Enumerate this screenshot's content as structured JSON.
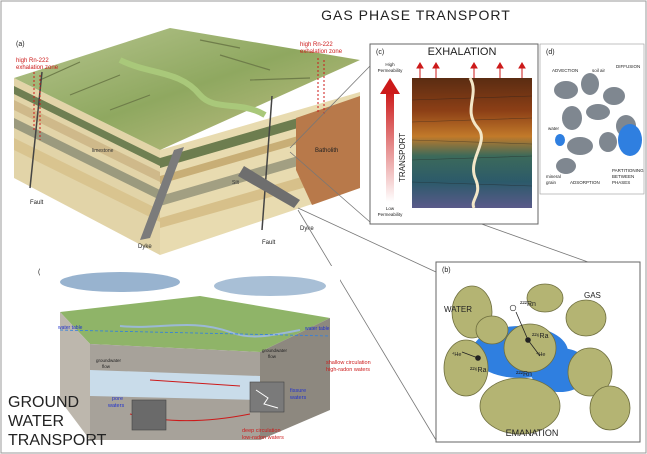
{
  "title": "GAS PHASE TRANSPORT",
  "panels": {
    "a": {
      "tag": "(a)",
      "labels": {
        "zone_left_1": "high Rn-222",
        "zone_left_2": "exhalation zone",
        "zone_right_1": "high Rn-222",
        "zone_right_2": "exhalation zone",
        "limestone": "limestone",
        "batholith": "Batholith",
        "fault_left": "Fault",
        "fault_right": "Fault",
        "dyke_left": "Dyke",
        "dyke_right": "Dyke",
        "silt": "Silt"
      }
    },
    "c": {
      "tag": "(c)",
      "title": "EXHALATION",
      "high_perm_1": "High",
      "high_perm_2": "Permeability",
      "low_perm_1": "Low",
      "low_perm_2": "Permeability",
      "axis": "TRANSPORT"
    },
    "d": {
      "tag": "(d)",
      "labels": {
        "advection": "ADVECTION",
        "diffusion": "DIFFUSION",
        "soil_air": "soil air",
        "water": "water",
        "mineral_1": "mineral",
        "mineral_2": "grain",
        "adsorption": "ADSORPTION",
        "partition_1": "PARTITIONING",
        "partition_2": "BETWEEN",
        "partition_3": "PHASES"
      }
    },
    "b": {
      "tag": "(b)",
      "water": "WATER",
      "gas": "GAS",
      "rn_top": "²²²Rn",
      "ra_mid": "²²⁶Ra",
      "ra_left": "²²⁶Ra",
      "rn_bottom": "²²²Rn",
      "he_left": "⁴He",
      "he_mid": "⁴He",
      "emanation": "EMANATION"
    },
    "e": {
      "tag": "(e)",
      "water_table_left": "water table",
      "water_table_right": "water table",
      "gw_flow_1": "groundwater",
      "gw_flow_2": "flow",
      "shallow_1": "shallow circulation",
      "shallow_2": "high-radon waters",
      "deep_1": "deep circulation",
      "deep_2": "low-radon waters",
      "pore_1": "pore",
      "pore_2": "waters",
      "fissure_1": "fissure",
      "fissure_2": "waters",
      "gw_right_1": "groundwater",
      "gw_right_2": "flow"
    }
  },
  "ground_water_label": [
    "GROUND",
    "WATER",
    "TRANSPORT"
  ],
  "colors": {
    "arrow_red": "#cc1a1a",
    "text_blue": "#2233cc",
    "grain_fill": "#b4b473",
    "water_blue": "#2f7fe0",
    "terrain_green": "#8fa860"
  }
}
